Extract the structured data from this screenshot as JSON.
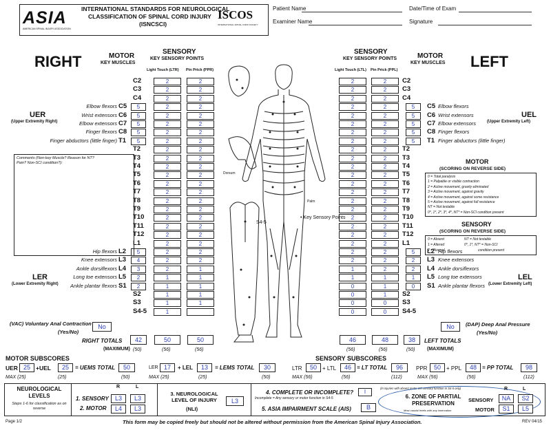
{
  "header": {
    "logo_text": "ASIA",
    "logo_sub": "AMERICAN SPINAL INJURY ASSOCIATION",
    "title_line1": "INTERNATIONAL STANDARDS FOR NEUROLOGICAL",
    "title_line2": "CLASSIFICATION OF SPINAL CORD INJURY",
    "title_line3": "(ISNCSCI)",
    "iscos_text": "ISCOS",
    "iscos_sub": "INTERNATIONAL SPINAL CORD SOCIETY",
    "patient_name": "Patient Name",
    "date_time": "Date/Time of Exam",
    "examiner_name": "Examiner Name",
    "signature": "Signature"
  },
  "right": {
    "title": "RIGHT",
    "motor_title": "MOTOR",
    "motor_sub": "KEY MUSCLES",
    "sensory_title": "SENSORY",
    "sensory_sub": "KEY SENSORY POINTS",
    "ltr_label": "Light Touch (LTR)",
    "ppr_label": "Pin Prick (PPR)",
    "uer_title": "UER",
    "uer_sub": "(Upper Extremity Right)",
    "ler_title": "LER",
    "ler_sub": "(Lower Extremity Right)",
    "comments": "Comments (Non-key Muscle? Reason for NT? Pain? Non-SCI condition?):",
    "vac": "(VAC) Voluntary Anal Contraction",
    "vac_sub": "(Yes/No)",
    "vac_value": "No",
    "totals_label": "RIGHT TOTALS",
    "max_label": "(MAXIMUM)",
    "motor_total": "42",
    "ltr_total": "50",
    "ppr_total": "50",
    "motor_max": "(50)",
    "ltr_max": "(56)",
    "ppr_max": "(56)"
  },
  "left": {
    "title": "LEFT",
    "motor_title": "MOTOR",
    "motor_sub": "KEY MUSCLES",
    "sensory_title": "SENSORY",
    "sensory_sub": "KEY SENSORY POINTS",
    "ltl_label": "Light Touch (LTL)",
    "ppl_label": "Pin Prick (PPL)",
    "uel_title": "UEL",
    "uel_sub": "(Upper Extremity Left)",
    "lel_title": "LEL",
    "lel_sub": "(Lower Extremity Left)",
    "dap": "(DAP) Deep Anal Pressure",
    "dap_sub": "(Yes/No)",
    "dap_value": "No",
    "totals_label": "LEFT TOTALS",
    "max_label": "(MAXIMUM)",
    "ltl_total": "46",
    "ppl_total": "48",
    "motor_total": "38",
    "ltl_max": "(56)",
    "ppl_max": "(56)",
    "motor_max": "(50)"
  },
  "levels": [
    "C2",
    "C3",
    "C4",
    "C5",
    "C6",
    "C7",
    "C8",
    "T1",
    "T2",
    "T3",
    "T4",
    "T5",
    "T6",
    "T7",
    "T8",
    "T9",
    "T10",
    "T11",
    "T12",
    "L1",
    "L2",
    "L3",
    "L4",
    "L5",
    "S1",
    "S2",
    "S3",
    "S4-5"
  ],
  "right_ltr": [
    "2",
    "2",
    "2",
    "2",
    "2",
    "2",
    "2",
    "2",
    "2",
    "2",
    "2",
    "2",
    "2",
    "2",
    "2",
    "2",
    "2",
    "2",
    "2",
    "2",
    "2",
    "2",
    "2",
    "1",
    "1",
    "1",
    "1",
    "1"
  ],
  "right_ppr": [
    "2",
    "2",
    "2",
    "2",
    "2",
    "2",
    "2",
    "2",
    "2",
    "2",
    "2",
    "2",
    "2",
    "2",
    "2",
    "2",
    "2",
    "2",
    "2",
    "2",
    "2",
    "2",
    "1",
    "1",
    "1",
    "1",
    "1",
    ""
  ],
  "left_ltl": [
    "2",
    "2",
    "2",
    "2",
    "2",
    "2",
    "2",
    "2",
    "2",
    "2",
    "2",
    "2",
    "2",
    "2",
    "2",
    "2",
    "2",
    "2",
    "2",
    "2",
    "2",
    "2",
    "1",
    "1",
    "0",
    "0",
    "0",
    "0"
  ],
  "left_ppl": [
    "2",
    "2",
    "2",
    "2",
    "2",
    "2",
    "2",
    "2",
    "2",
    "2",
    "2",
    "2",
    "2",
    "2",
    "2",
    "2",
    "2",
    "2",
    "2",
    "2",
    "2",
    "2",
    "2",
    "1",
    "1",
    "1",
    "0",
    "0"
  ],
  "uer_motor": [
    "5",
    "5",
    "5",
    "5",
    "5"
  ],
  "ler_motor": [
    "5",
    "4",
    "3",
    "2",
    "2"
  ],
  "uel_motor": [
    "5",
    "5",
    "5",
    "5",
    "5"
  ],
  "lel_motor": [
    "5",
    "2",
    "2",
    "1",
    "0"
  ],
  "upper_muscles": [
    "Elbow flexors",
    "Wrist extensors",
    "Elbow extensors",
    "Finger flexors",
    "Finger abductors (little finger)"
  ],
  "lower_muscles": [
    "Hip flexors",
    "Knee extensors",
    "Ankle dorsiflexors",
    "Long toe extensors",
    "Ankle plantar flexors"
  ],
  "figure": {
    "dorsum": "Dorsum",
    "palm": "Palm",
    "key_points": "• Key Sensory Points",
    "s45": "S4-5"
  },
  "motor_scoring": {
    "title": "MOTOR",
    "sub": "(SCORING ON REVERSE SIDE)",
    "lines": [
      "0 = Total paralysis",
      "1 = Palpable or visible contraction",
      "2 = Active movement, gravity eliminated",
      "3 = Active movement, against gravity",
      "4 = Active movement, against some resistance",
      "5 = Active movement, against full resistance",
      "NT = Not testable",
      "0*, 1*, 2*, 3*, 4*, NT* = Non-SCI condition present"
    ]
  },
  "sensory_scoring": {
    "title": "SENSORY",
    "sub": "(SCORING ON REVERSE SIDE)",
    "lines": [
      "0 = Absent",
      "1 = Altered",
      "2 = Normal",
      "NT = Not testable",
      "0*, 1*, NT* = Non-SCI",
      "condition present"
    ]
  },
  "subscores": {
    "motor_title": "MOTOR SUBSCORES",
    "sensory_title": "SENSORY SUBSCORES",
    "uer_label": "UER",
    "uer": "25",
    "uel_label": "+UEL",
    "uel": "25",
    "uems_label": "= UEMS TOTAL",
    "uems": "50",
    "ler_label": "LER",
    "ler": "17",
    "lel_label": "+ LEL",
    "lel": "13",
    "lems_label": "= LEMS TOTAL",
    "lems": "30",
    "ltr_label": "LTR",
    "ltr": "50",
    "ltl_label": "+ LTL",
    "ltl": "46",
    "lt_label": "= LT TOTAL",
    "lt": "96",
    "ppr_label": "PPR",
    "ppr": "50",
    "ppl_label": "+ PPL",
    "ppl": "48",
    "pp_label": "= PP TOTAL",
    "pp": "98",
    "max_prefix": "MAX",
    "max25": "(25)",
    "max50": "(50)",
    "max56": "(56)",
    "max112": "(112)"
  },
  "bottom": {
    "neuro_levels_title": "NEUROLOGICAL LEVELS",
    "neuro_levels_sub": "Steps 1-6 for classification as on reverse",
    "r_label": "R",
    "l_label": "L",
    "sensory_label": "1. SENSORY",
    "motor_label": "2. MOTOR",
    "sensory_r": "L3",
    "sensory_l": "L3",
    "motor_r": "L4",
    "motor_l": "L3",
    "nli_title": "3. NEUROLOGICAL LEVEL OF INJURY",
    "nli_sub": "(NLI)",
    "nli": "L3",
    "complete_title": "4. COMPLETE OR INCOMPLETE?",
    "complete_sub": "Incomplete = Any sensory or motor function in S4-5",
    "complete_value": "I",
    "complete_note": "(In injuries with absent motor OR sensory function in S4-5 only)",
    "ais_title": "5. ASIA IMPAIRMENT SCALE (AIS)",
    "ais_value": "B",
    "zpp_title": "6. ZONE OF PARTIAL PRESERVATION",
    "zpp_sub": "Most caudal levels with any innervation",
    "zpp_sensory": "SENSORY",
    "zpp_motor": "MOTOR",
    "zpp_sensory_r": "NA",
    "zpp_sensory_l": "S2",
    "zpp_motor_r": "S1",
    "zpp_motor_l": "L5"
  },
  "footer": {
    "page": "Page 1/2",
    "notice": "This form may be copied freely but should not be altered without permission from the American Spinal Injury Association.",
    "rev": "REV 04/15"
  }
}
